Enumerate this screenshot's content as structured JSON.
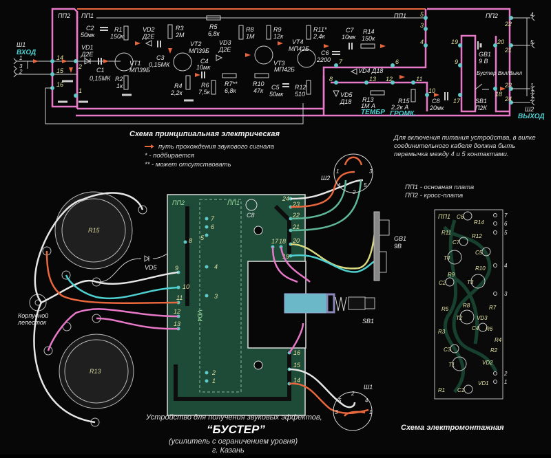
{
  "schematic": {
    "title": "Схема принципиальная электрическая",
    "boards": {
      "pp1": "ПП1",
      "pp2": "ПП2"
    },
    "connectors": {
      "input": {
        "ref": "Ш1",
        "label": "ВХОД",
        "pins": [
          "1",
          "3",
          "2"
        ]
      },
      "output": {
        "ref": "Ш2",
        "label": "ВЫХОД",
        "pins": [
          "4",
          "5",
          "1",
          "3",
          "2"
        ]
      }
    },
    "components": [
      {
        "ref": "C2",
        "value": "50мк"
      },
      {
        "ref": "R1",
        "value": "150к"
      },
      {
        "ref": "VD2",
        "value": "Д2Е"
      },
      {
        "ref": "R3",
        "value": "2М"
      },
      {
        "ref": "VD1",
        "value": "Д2Е"
      },
      {
        "ref": "C1",
        "value": "0,15МК"
      },
      {
        "ref": "VT1",
        "value": "МП39Б"
      },
      {
        "ref": "C3",
        "value": "0,15МК"
      },
      {
        "ref": "R2",
        "value": "1к"
      },
      {
        "ref": "R4",
        "value": "2,2к"
      },
      {
        "ref": "R5",
        "value": "6,8к"
      },
      {
        "ref": "VT2",
        "value": "МП39Б"
      },
      {
        "ref": "C4",
        "value": "10мк"
      },
      {
        "ref": "VD3",
        "value": "Д2Е"
      },
      {
        "ref": "R6",
        "value": "7,5к"
      },
      {
        "ref": "R7**",
        "value": "6,8к"
      },
      {
        "ref": "R8",
        "value": "1М"
      },
      {
        "ref": "R9",
        "value": "12к"
      },
      {
        "ref": "VT3",
        "value": "МП42Б"
      },
      {
        "ref": "R10",
        "value": "47к"
      },
      {
        "ref": "C5",
        "value": "50мк"
      },
      {
        "ref": "R11*",
        "value": "2,4к"
      },
      {
        "ref": "VT4",
        "value": "МП42Б"
      },
      {
        "ref": "R12",
        "value": "510"
      },
      {
        "ref": "C6",
        "value": "2200"
      },
      {
        "ref": "C7",
        "value": "10мк"
      },
      {
        "ref": "R14",
        "value": "150к"
      },
      {
        "ref": "VD4",
        "value": "Д18"
      },
      {
        "ref": "VD5",
        "value": "Д18"
      },
      {
        "ref": "R13",
        "value": "1М А",
        "function": "ТЕМБР"
      },
      {
        "ref": "R15",
        "value": "2,2к А",
        "function": "ГРОМК."
      },
      {
        "ref": "C8",
        "value": "20мк"
      },
      {
        "ref": "GB1",
        "value": "9 В"
      },
      {
        "ref": "SB1",
        "value": "П2К",
        "note": "Бустер Вкл/Выкл"
      }
    ],
    "nodes": [
      "1",
      "2",
      "3",
      "4",
      "5",
      "6",
      "7",
      "8",
      "9",
      "10",
      "11",
      "12",
      "13",
      "14",
      "15",
      "16",
      "17",
      "18",
      "19",
      "20",
      "21",
      "22",
      "23",
      "24"
    ]
  },
  "legend": {
    "arrow_text": "путь прохождения звукового сигнала",
    "star_text": "* - подбирается",
    "double_star_text": "** - может отсутствовать"
  },
  "power_note": {
    "line1": "Для включения питания устройства, в вилке",
    "line2": "соединительного кабеля должна быть",
    "line3": "перемычка между 4 и 5 контактами."
  },
  "board_legend": {
    "pp1": "ПП1 - основная плата",
    "pp2": "ПП2 - кросс-плата"
  },
  "wiring": {
    "pot_top": "R15",
    "pot_bottom": "R13",
    "diode": "VD5",
    "lug_label_1": "Корпусной",
    "lug_label_2": "лепесток",
    "board_label": "ПП2",
    "sub_board_label": "ПП1",
    "cap_label": "C8",
    "diode_board": "VD4",
    "battery": {
      "ref": "GB1",
      "value": "9В"
    },
    "switch": "SB1",
    "jack_out": "Ш2",
    "jack_in": "Ш1",
    "jack_out_pins": [
      "1",
      "3",
      "4",
      "2",
      "5"
    ],
    "jack_in_pins": [
      "5",
      "2",
      "4",
      "3",
      "1"
    ],
    "board_pins_left": [
      "8",
      "9",
      "10",
      "11",
      "12",
      "13"
    ],
    "board_pins_inner": [
      "7",
      "6",
      "5",
      "4",
      "3",
      "2",
      "1"
    ],
    "board_pins_right": [
      "24",
      "23",
      "22",
      "21",
      "20",
      "19",
      "17",
      "18",
      "16",
      "15",
      "14"
    ]
  },
  "pcb": {
    "label": "ПП1",
    "parts": [
      "C6",
      "R14",
      "R11",
      "C7",
      "R12",
      "C5",
      "T4",
      "R10",
      "R9",
      "T3",
      "C2",
      "R8",
      "R7",
      "R5",
      "VD3",
      "T2",
      "C4",
      "R6",
      "R3",
      "R4",
      "C3",
      "R2",
      "VD2",
      "T1",
      "R1",
      "C1",
      "VD1"
    ],
    "pins": [
      "7",
      "6",
      "5",
      "4",
      "3",
      "2",
      "1"
    ],
    "title": "Схема электромонтажная"
  },
  "device": {
    "line1": "Устройство для получения звуковых эффектов,",
    "name": "“БУСТЕР”",
    "line2": "(усилитель с ограничением уровня)",
    "city": "г. Казань"
  }
}
